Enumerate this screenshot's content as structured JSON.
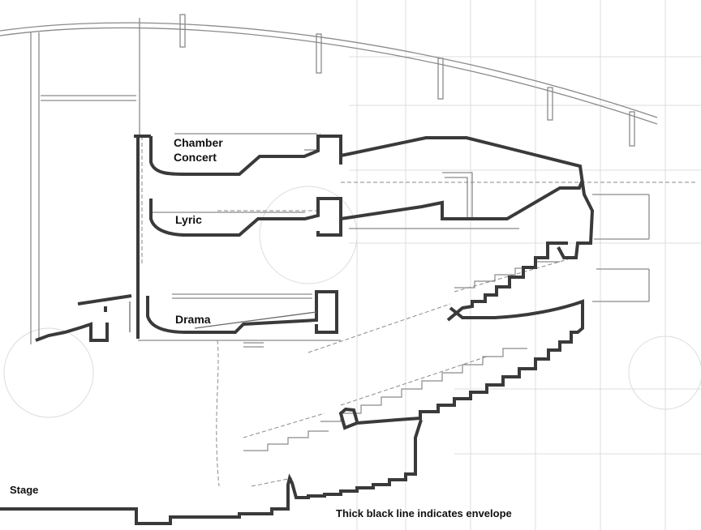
{
  "labels": {
    "chamber_line1": "Chamber",
    "chamber_line2": "Concert",
    "lyric": "Lyric",
    "drama": "Drama",
    "stage": "Stage",
    "caption": "Thick black line indicates envelope"
  },
  "colors": {
    "envelope": "#3a3a3a",
    "thin_line": "#8a8a8a",
    "faint_line": "#d4d4d4",
    "background": "#ffffff"
  }
}
